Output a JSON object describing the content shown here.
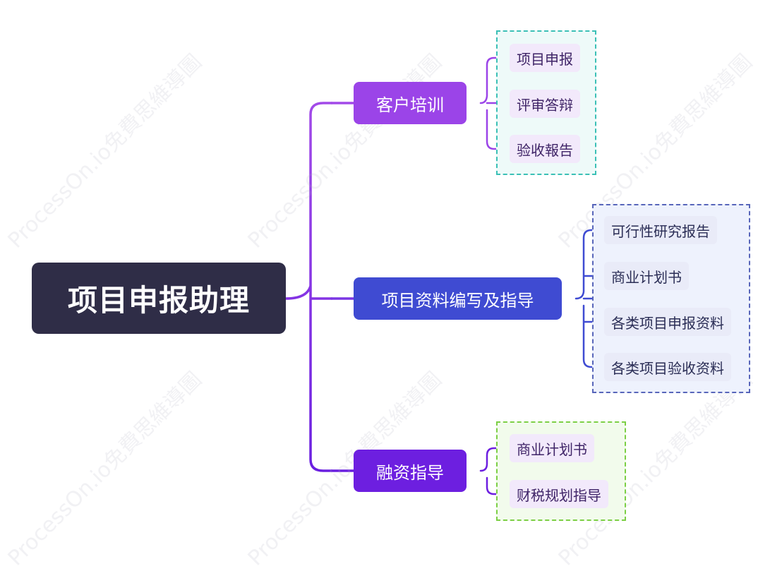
{
  "root": {
    "label": "项目申报助理"
  },
  "branches": [
    {
      "label": "客户培训",
      "color": "#9b44e8",
      "items": [
        "项目申报",
        "评审答辩",
        "验收報告"
      ]
    },
    {
      "label": "项目资料编写及指导",
      "color": "#3f4bd2",
      "items": [
        "可行性研究报告",
        "商业计划书",
        "各类项目申报资料",
        "各类项目验收资料"
      ]
    },
    {
      "label": "融资指导",
      "color": "#6d1fe0",
      "items": [
        "商业计划书",
        "财税规划指导"
      ]
    }
  ],
  "watermark": "ProcessOn.io免費思維導圖",
  "colors": {
    "root_bg": "#2f2d47",
    "connector": "#8a3ce0",
    "group1_border": "#3bc0b6",
    "group2_border": "#5866ba",
    "group3_border": "#7ccf45"
  }
}
